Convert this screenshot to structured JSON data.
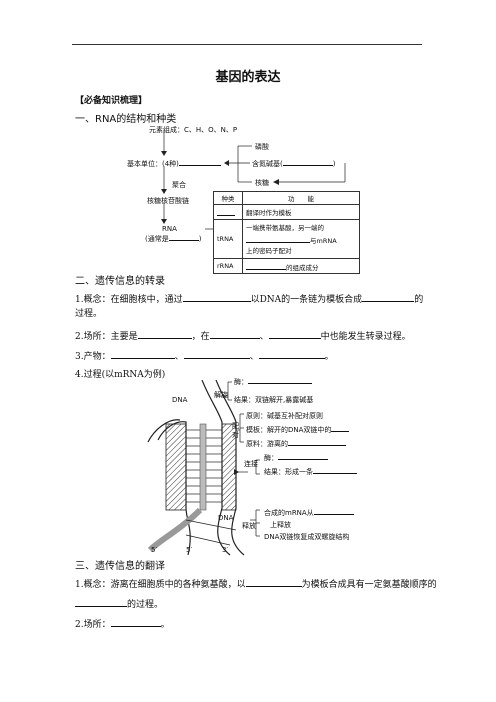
{
  "title": "基因的表达",
  "section_label": "【必备知识梳理】",
  "s1": {
    "heading": "一、RNA的结构和种类",
    "elements": "元素组成：C、H、O、N、P",
    "basic_unit": "基本单位：(4种)",
    "phosphate": "磷酸",
    "base": "含氮碱基(",
    "base_close": ")",
    "sugar": "核糖",
    "polymerize": "聚合",
    "chain": "核糖核苷酸链",
    "rna": "RNA",
    "rna_paren": "(通常是",
    "rna_paren_close": ")",
    "table": {
      "head": [
        "种类",
        "功　　能"
      ],
      "r1": "翻译时作为模板",
      "r2_type": "tRNA",
      "r2_l1": "一端携带氨基酸，另一端的",
      "r2_l2": "与mRNA",
      "r2_l3": "上的密码子配对",
      "r3_type": "rRNA",
      "r3_fn": "的组成成分"
    }
  },
  "s2": {
    "heading": "二、遗传信息的转录",
    "c1a": "1.概念：在细胞核中，通过",
    "c1b": "以DNA的一条链为模板合成",
    "c1c": "的",
    "c1d": "过程。",
    "p2a": "2.场所：主要是",
    "p2b": "，在",
    "p2c": "、",
    "p2d": "中也能发生转录过程。",
    "p3a": "3.产物：",
    "sep": "、",
    "end": "。",
    "p4": "4.过程(以mRNA为例)",
    "diagram": {
      "dna_top": "DNA",
      "unwind": "解旋",
      "enzyme": "酶：",
      "result1": "结果：双链解开,暴露碱基",
      "pairing": "配对",
      "principle": "原则：碱基互补配对原则",
      "template": "模板：解开的DNA双链中的",
      "material": "原料：游离的",
      "connect": "连接",
      "enzyme2": "酶：",
      "result2": "结果：形成一条",
      "dna_bottom": "DNA",
      "release": "释放",
      "rel1": "合成的mRNA从",
      "rel2": "上释放",
      "rel3": "DNA双链恢复成双螺旋结构",
      "p5a": "5′",
      "p5b": "5′",
      "p3": "3′"
    }
  },
  "s3": {
    "heading": "三、遗传信息的翻译",
    "c1a": "1.概念：游离在细胞质中的各种氨基酸，以",
    "c1b": "为模板合成具有一定氨基酸顺序的",
    "c1c": "的过程。",
    "p2a": "2.场所：",
    "p2b": "。"
  }
}
